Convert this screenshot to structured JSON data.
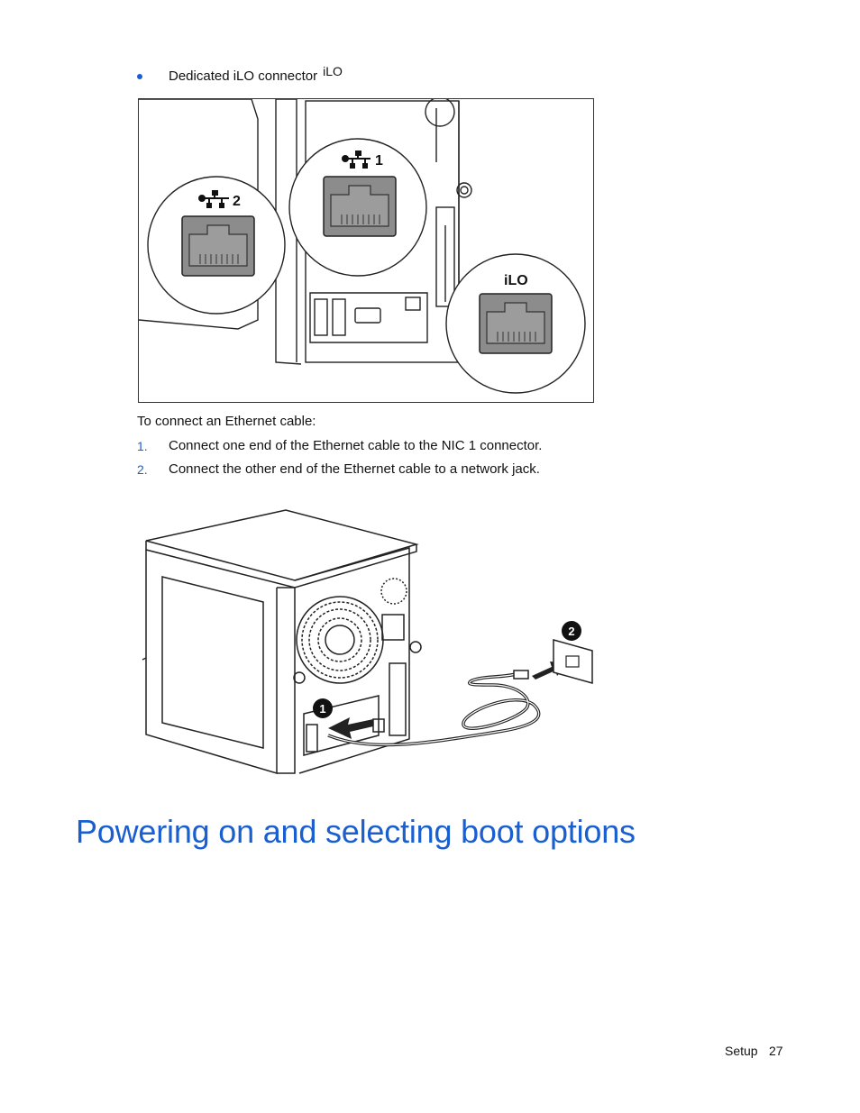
{
  "bullet": {
    "text": "Dedicated iLO connector",
    "icon_label": "iLO"
  },
  "figure1": {
    "port_labels": {
      "nic1": "1",
      "nic2": "2",
      "ilo": "iLO"
    }
  },
  "intro": "To connect an Ethernet cable:",
  "steps": [
    {
      "num": "1.",
      "text": "Connect one end of the Ethernet cable to the NIC 1 connector."
    },
    {
      "num": "2.",
      "text": "Connect the other end of the Ethernet cable to a network jack."
    }
  ],
  "figure2": {
    "callouts": [
      "1",
      "2"
    ]
  },
  "section_heading": "Powering on and selecting boot options",
  "footer": {
    "section": "Setup",
    "page": "27"
  },
  "colors": {
    "accent": "#1a5fd0"
  }
}
